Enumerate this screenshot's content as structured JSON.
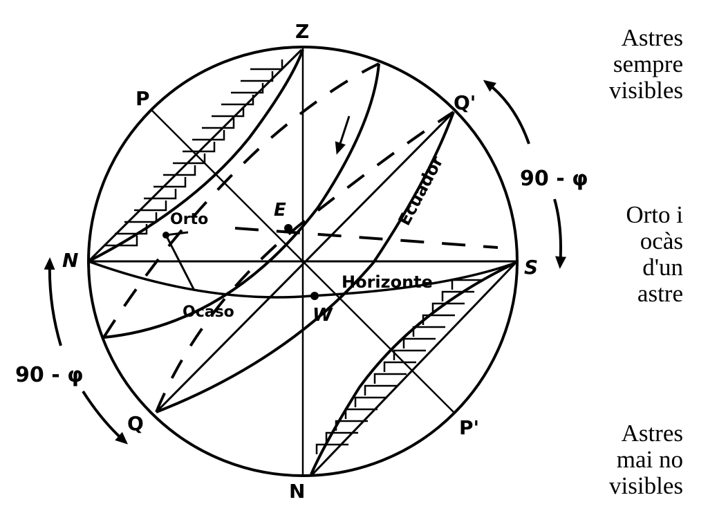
{
  "diagram": {
    "points": {
      "zenith": "Z",
      "nadir": "N",
      "north": "N",
      "south": "S",
      "pole": "P",
      "pole_opposite": "P'",
      "equator_top": "Q'",
      "equator_bottom": "Q",
      "east": "E",
      "west": "W"
    },
    "circle_labels": {
      "equator": "Ecuador",
      "horizon": "Horizonte",
      "rise": "Orto",
      "set": "Ocaso"
    },
    "angle_labels": {
      "upper": "90 - φ",
      "lower": "90 - φ"
    }
  },
  "captions": {
    "circumpolar": [
      "Astres",
      "sempre",
      "visibles"
    ],
    "rise_set": [
      "Orto i",
      "ocàs",
      "d'un",
      "astre"
    ],
    "never_visible": [
      "Astres",
      "mai no",
      "visibles"
    ]
  }
}
